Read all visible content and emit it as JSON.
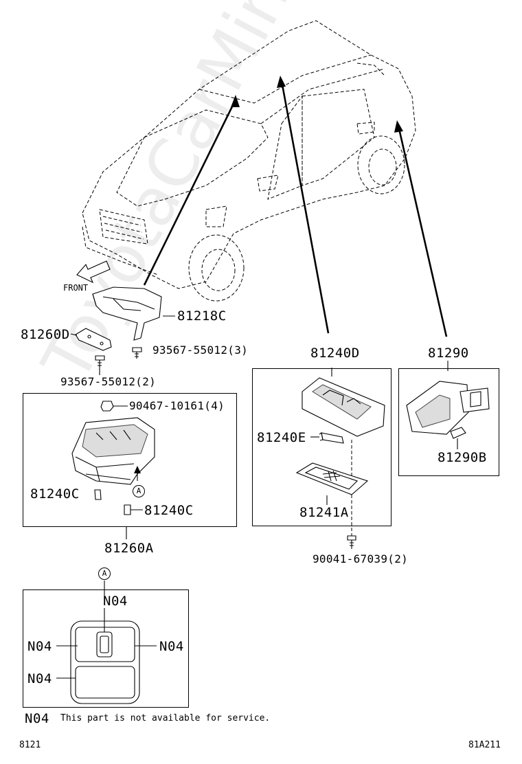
{
  "watermark": "ToyotaCarMine.ru",
  "front_label": "FRONT",
  "parts": {
    "p81218c": "81218C",
    "p81260d": "81260D",
    "screw_a": "93567-55012(3)",
    "screw_b": "93567-55012(2)",
    "p81240d": "81240D",
    "p81290": "81290",
    "nut": "90467-10161(4)",
    "p81240e": "81240E",
    "p81290b": "81290B",
    "p81240c_left": "81240C",
    "p81240c_right": "81240C",
    "p81241a": "81241A",
    "p81260a": "81260A",
    "screw_c": "90041-67039(2)"
  },
  "view_a": {
    "marker": "A",
    "ref_marker": "A",
    "codes": {
      "top": "N04",
      "left": "N04",
      "right": "N04",
      "bottom_left": "N04"
    }
  },
  "legend": {
    "code": "N04",
    "text": "This part is not available for service."
  },
  "footer": {
    "left": "8121",
    "right": "81A211"
  }
}
